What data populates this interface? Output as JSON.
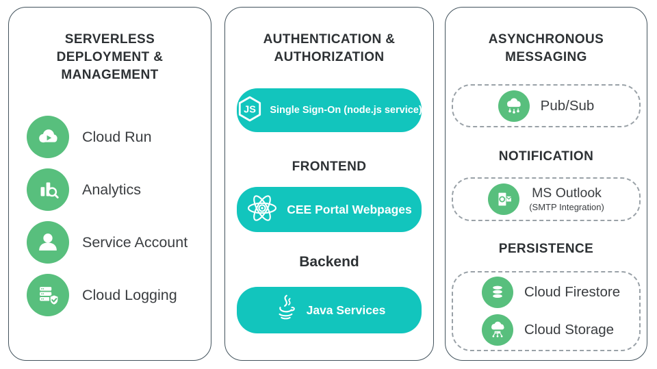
{
  "colors": {
    "teal_button": "#12c5bd",
    "green_icon": "#58bf7d",
    "panel_border": "#42525c",
    "dashed_border": "#99a1a7",
    "title_text": "#2d3134",
    "label_text": "#3a3d40",
    "button_text": "#ffffff"
  },
  "panels": [
    {
      "name": "serverless-deployment-management",
      "title_lines": [
        "SERVERLESS",
        "DEPLOYMENT &",
        "MANAGEMENT"
      ],
      "items": [
        {
          "icon": "cloud-run",
          "label": "Cloud Run"
        },
        {
          "icon": "analytics",
          "label": "Analytics"
        },
        {
          "icon": "service-account",
          "label": "Service Account"
        },
        {
          "icon": "cloud-logging",
          "label": "Cloud Logging"
        }
      ]
    },
    {
      "name": "authentication-authorization",
      "title_lines": [
        "AUTHENTICATION &",
        "AUTHORIZATION"
      ],
      "sso_button": {
        "icon": "nodejs",
        "label": "Single Sign-On (node.js service)"
      },
      "frontend_heading": "FRONTEND",
      "frontend_button": {
        "icon": "react",
        "label": "CEE Portal Webpages"
      },
      "backend_heading": "Backend",
      "backend_button": {
        "icon": "java",
        "label": "Java Services"
      }
    },
    {
      "name": "asynchronous-messaging",
      "title_lines": [
        "ASYNCHRONOUS",
        "MESSAGING"
      ],
      "pubsub_box": {
        "icon": "pub-sub",
        "label": "Pub/Sub"
      },
      "notification_heading": "NOTIFICATION",
      "outlook_box": {
        "icon": "ms-outlook",
        "label": "MS Outlook",
        "sublabel": "(SMTP Integration)"
      },
      "persistence_heading": "PERSISTENCE",
      "persistence_items": [
        {
          "icon": "cloud-firestore",
          "label": "Cloud Firestore"
        },
        {
          "icon": "cloud-storage",
          "label": "Cloud Storage"
        }
      ]
    }
  ]
}
